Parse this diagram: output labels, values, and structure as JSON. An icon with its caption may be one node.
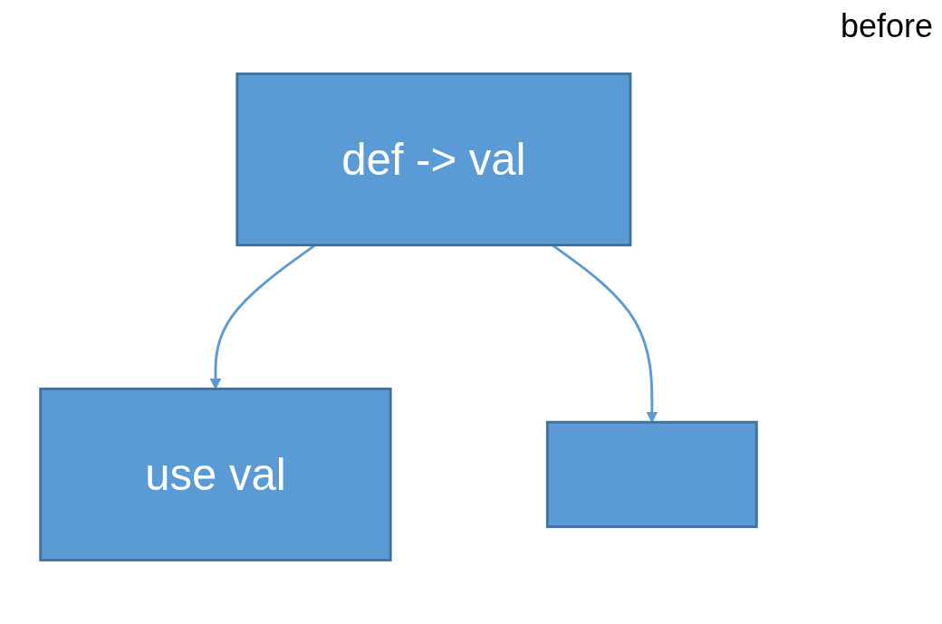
{
  "diagram": {
    "nodes": [
      {
        "text": [
          "def -> val"
        ]
      },
      {
        "text": [
          "use val"
        ]
      },
      {
        "text": [],
        "shape": "box"
      }
    ],
    "edges": [
      {
        "from": 0,
        "to": 1,
        "arrow": "to"
      },
      {
        "from": 0,
        "to": 2,
        "arrow": "to"
      }
    ],
    "labels": [
      "before"
    ]
  }
}
